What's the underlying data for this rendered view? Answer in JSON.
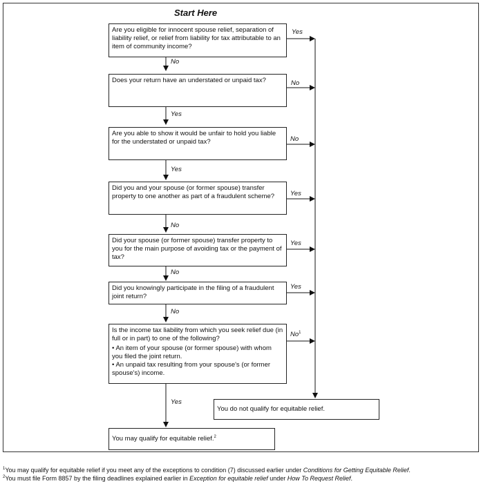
{
  "title": "Start Here",
  "boxes": {
    "q1": "Are you eligible for innocent spouse relief, separation of liability relief, or relief from liability for tax attributable to an item of community income?",
    "q2": "Does your return have an understated or unpaid tax?",
    "q3": "Are you able to show it would be unfair to hold you liable for the understated or unpaid tax?",
    "q4": "Did you and your spouse (or former spouse) transfer property to one another as part of a fraudulent scheme?",
    "q5": "Did your spouse (or former spouse) transfer property to you for the main purpose of avoiding tax or the payment of tax?",
    "q6": "Did you knowingly participate in the filing of a fraudulent joint return?",
    "q7_intro": "Is the income tax liability from which you seek relief due (in full or in part) to one of the following?",
    "q7_bullet1": "• An item of your spouse (or former spouse) with whom you filed the joint return.",
    "q7_bullet2": "• An unpaid tax resulting from your spouse's (or former spouse's) income.",
    "no_qualify": "You do not qualify for equitable relief.",
    "may_qualify": "You may qualify for equitable relief.",
    "may_qualify_sup": "2"
  },
  "labels": {
    "q1_right": "Yes",
    "q1_down": "No",
    "q2_right": "No",
    "q2_down": "Yes",
    "q3_right": "No",
    "q3_down": "Yes",
    "q4_right": "Yes",
    "q4_down": "No",
    "q5_right": "Yes",
    "q5_down": "No",
    "q6_right": "Yes",
    "q6_down": "No",
    "q7_right": "No",
    "q7_right_sup": "1",
    "q7_down": "Yes"
  },
  "footnotes": [
    {
      "num": "1",
      "text": "You may qualify for equitable relief if you meet any of the exceptions to condition (7) discussed earlier under ",
      "italic": "Conditions for Getting Equitable Relief",
      "tail": "."
    },
    {
      "num": "2",
      "text": "You must file Form 8857 by the filing deadlines explained earlier in ",
      "italic": "Exception for equitable relief",
      "mid": " under ",
      "italic2": "How To Request Relief",
      "tail": "."
    }
  ]
}
